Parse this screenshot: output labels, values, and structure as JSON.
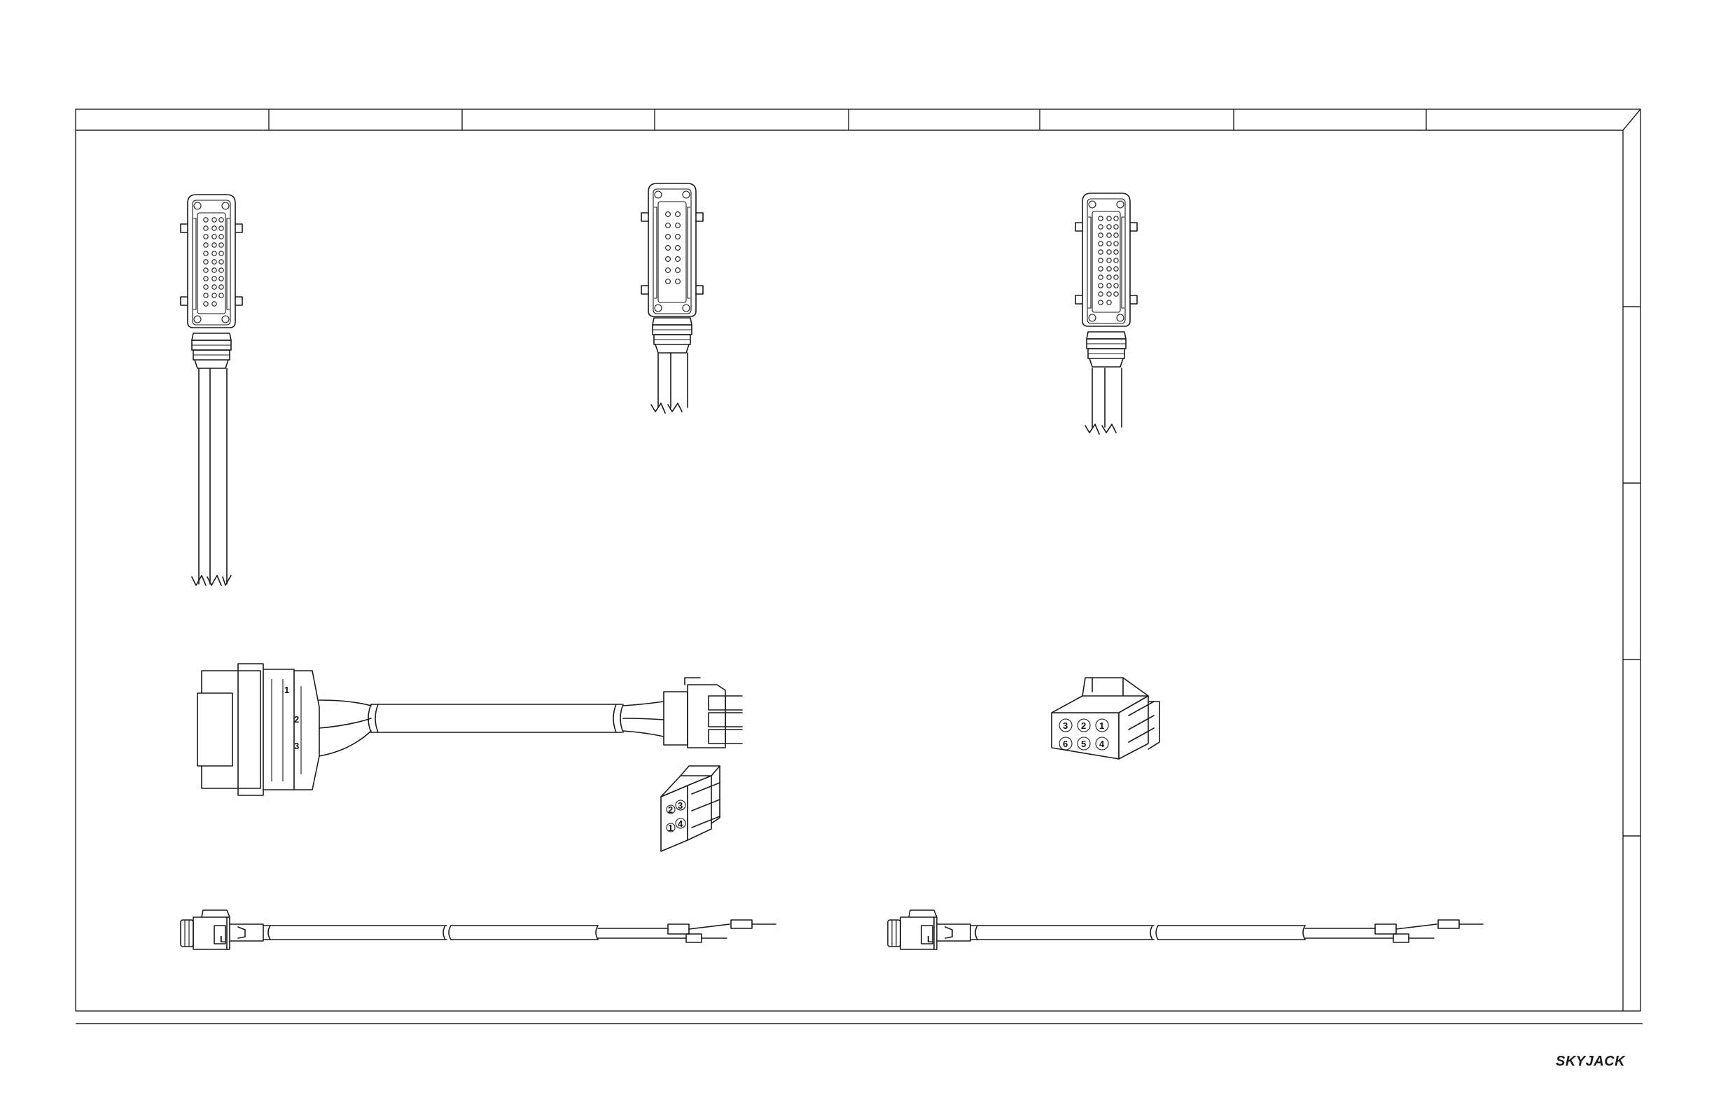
{
  "brand": {
    "logo_text": "SKYJACK",
    "color": "#1a1a1a"
  },
  "connectors": {
    "harting_a": {
      "kind": "heavy-duty-multipin-connector",
      "cable": "cut"
    },
    "harting_b": {
      "kind": "heavy-duty-multipin-connector",
      "cable": "cut"
    },
    "harting_c": {
      "kind": "heavy-duty-multipin-connector",
      "cable": "cut"
    },
    "circular_cable": {
      "kind": "circular-connector-to-plug-cable",
      "pin_labels": [
        "1",
        "2",
        "3"
      ]
    },
    "mini_plug_small": {
      "kind": "4-pin-plug",
      "pin_labels": [
        "3",
        "2",
        "4",
        "1"
      ]
    },
    "mini_plug_large": {
      "kind": "6-pin-plug",
      "pin_labels": [
        "3",
        "2",
        "1",
        "6",
        "5",
        "4"
      ]
    },
    "sensor_cable_left": {
      "kind": "sensor-cable-with-ferrule-ends"
    },
    "sensor_cable_right": {
      "kind": "sensor-cable-with-ferrule-ends"
    }
  },
  "colors": {
    "line": "#1a1a1a",
    "paper": "#ffffff"
  }
}
